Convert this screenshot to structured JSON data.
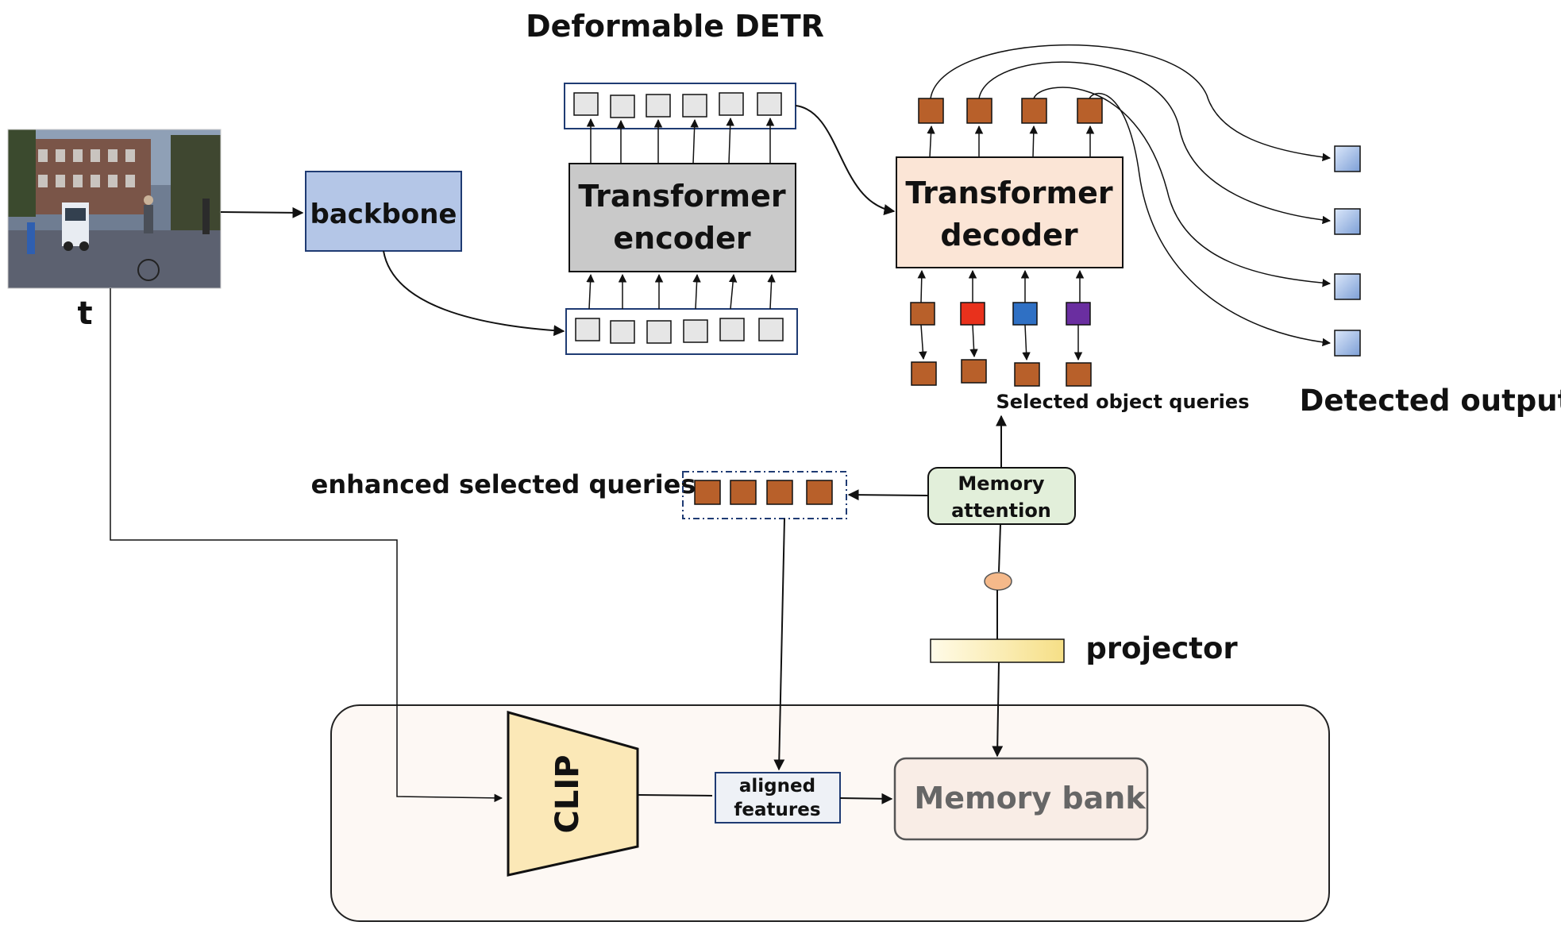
{
  "title": "Deformable DETR",
  "input_label": "t",
  "blocks": {
    "backbone": "backbone",
    "encoder": [
      "Transformer",
      "encoder"
    ],
    "decoder": [
      "Transformer",
      "decoder"
    ],
    "memory_attention": [
      "Memory",
      "attention"
    ],
    "projector": "projector",
    "clip": "CLIP",
    "aligned_features": [
      "aligned",
      "features"
    ],
    "memory_bank": "Memory bank"
  },
  "labels": {
    "detected_output": "Detected output",
    "selected_object_queries": "Selected object queries",
    "enhanced_selected_queries": "enhanced selected queries"
  },
  "colors": {
    "backbone_fill": "#b4c6e7",
    "encoder_fill": "#c9c9c9",
    "decoder_fill": "#fbe5d6",
    "memory_attention_fill": "#e2efda",
    "projector_fill": "#fdf2c4",
    "clip_fill": "#fbe8b7",
    "aligned_fill": "#eef1f6",
    "memory_bank_fill": "#f9ede6",
    "container_fill": "#fdf8f4",
    "query_brown": "#b8602a",
    "query_red": "#e8311c",
    "query_blue": "#2f70c4",
    "query_purple": "#6a2ea0",
    "token_gray": "#e6e6e6",
    "output_blue": "#9fbbe8",
    "navy": "#1f3b73"
  }
}
